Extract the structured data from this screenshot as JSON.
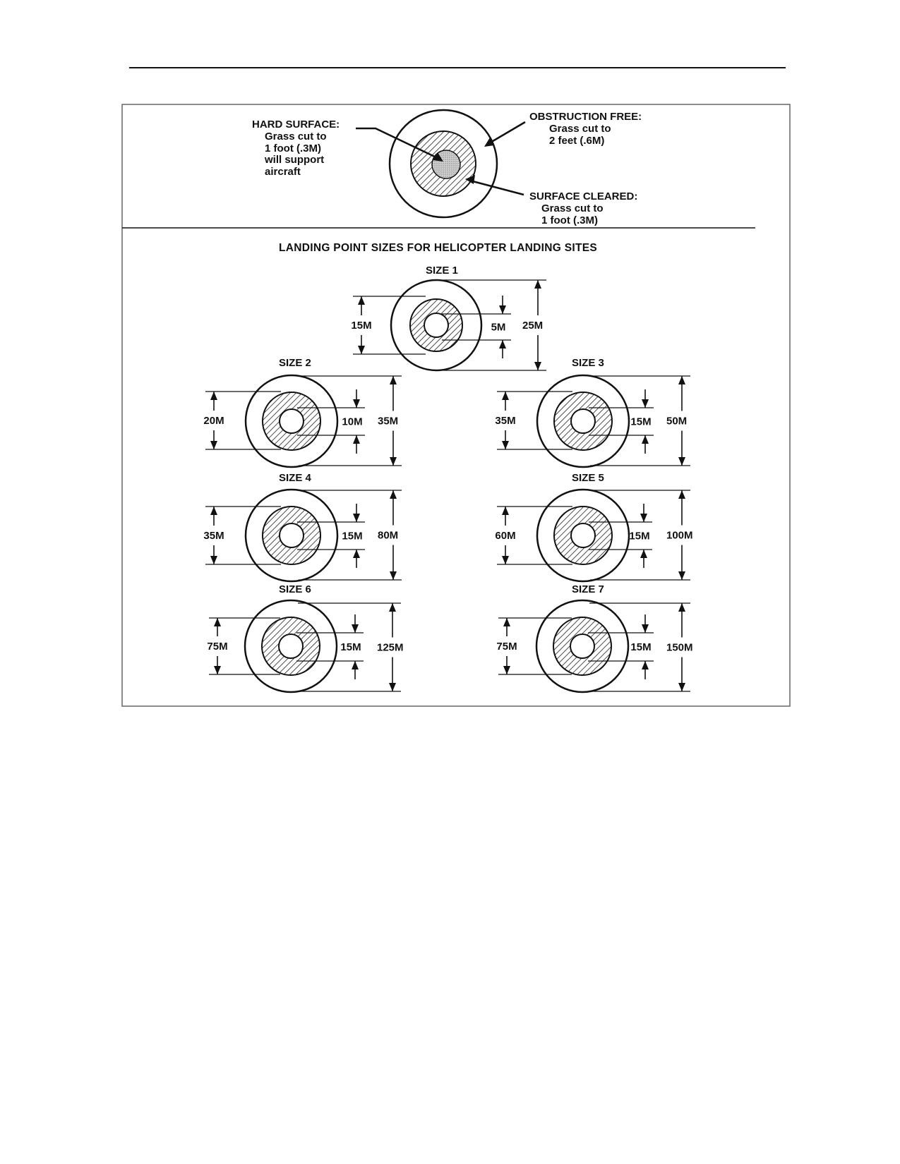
{
  "legend": {
    "hard_surface": {
      "title": "HARD SURFACE:",
      "lines": [
        "Grass cut to",
        "1 foot (.3M)",
        "will support",
        "aircraft"
      ]
    },
    "obstruction_free": {
      "title": "OBSTRUCTION FREE:",
      "lines": [
        "Grass cut to",
        "2 feet (.6M)"
      ]
    },
    "surface_cleared": {
      "title": "SURFACE CLEARED:",
      "lines": [
        "Grass cut to",
        "1 foot (.3M)"
      ]
    }
  },
  "sizes_title": "LANDING POINT SIZES FOR HELICOPTER LANDING SITES",
  "sizes": [
    {
      "label": "SIZE 1",
      "cleared": "15M",
      "hard": "5M",
      "obstruction": "25M"
    },
    {
      "label": "SIZE 2",
      "cleared": "20M",
      "hard": "10M",
      "obstruction": "35M"
    },
    {
      "label": "SIZE 3",
      "cleared": "35M",
      "hard": "15M",
      "obstruction": "50M"
    },
    {
      "label": "SIZE 4",
      "cleared": "35M",
      "hard": "15M",
      "obstruction": "80M"
    },
    {
      "label": "SIZE 5",
      "cleared": "60M",
      "hard": "15M",
      "obstruction": "100M"
    },
    {
      "label": "SIZE 6",
      "cleared": "75M",
      "hard": "15M",
      "obstruction": "125M"
    },
    {
      "label": "SIZE 7",
      "cleared": "75M",
      "hard": "15M",
      "obstruction": "150M"
    }
  ],
  "colors": {
    "ink": "#111111",
    "paper": "#ffffff",
    "hatch": "#222222",
    "frame": "#555555"
  }
}
